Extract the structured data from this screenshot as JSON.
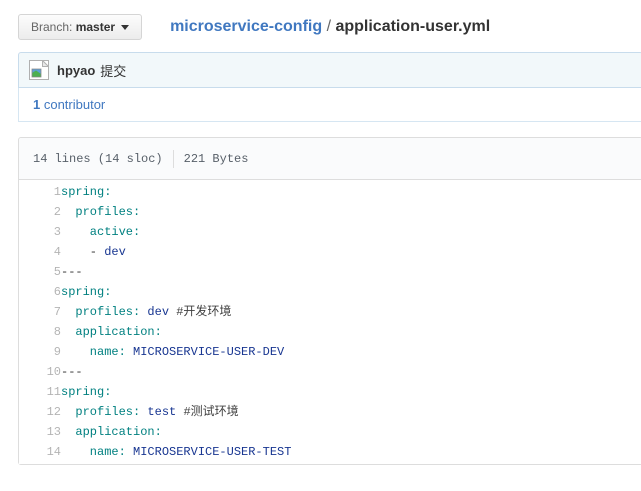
{
  "branch_selector": {
    "label": "Branch: ",
    "value": "master"
  },
  "breadcrumb": {
    "repo": "microservice-config",
    "separator": " / ",
    "filename": "application-user.yml"
  },
  "commit": {
    "author": "hpyao",
    "message": "提交",
    "avatar_icon": "broken-image-icon"
  },
  "contributors": {
    "count": "1 ",
    "label": "contributor"
  },
  "file_info": {
    "lines_info": "14 lines (14 sloc)",
    "size": "221 Bytes"
  },
  "colors": {
    "link_blue": "#4078c0",
    "yaml_key": "#008080",
    "yaml_value": "#183691",
    "yaml_comment": "#404040",
    "plain_code": "#333333",
    "commit_box_bg": "#f2f8fa",
    "commit_box_border": "#c8dcec",
    "file_header_bg": "#fafbfc",
    "file_box_border": "#dddddd",
    "line_number": "#b8bcc0"
  },
  "code": {
    "lines": [
      {
        "n": "1",
        "tokens": [
          {
            "c": "key",
            "t": "spring:"
          }
        ]
      },
      {
        "n": "2",
        "tokens": [
          {
            "c": "key",
            "t": "  profiles:"
          }
        ]
      },
      {
        "n": "3",
        "tokens": [
          {
            "c": "key",
            "t": "    active:"
          }
        ]
      },
      {
        "n": "4",
        "tokens": [
          {
            "c": "plain",
            "t": "    - "
          },
          {
            "c": "val",
            "t": "dev"
          }
        ]
      },
      {
        "n": "5",
        "tokens": [
          {
            "c": "plain",
            "t": "---"
          }
        ]
      },
      {
        "n": "6",
        "tokens": [
          {
            "c": "key",
            "t": "spring:"
          }
        ]
      },
      {
        "n": "7",
        "tokens": [
          {
            "c": "key",
            "t": "  profiles:"
          },
          {
            "c": "plain",
            "t": " "
          },
          {
            "c": "val",
            "t": "dev"
          },
          {
            "c": "plain",
            "t": " "
          },
          {
            "c": "comment",
            "t": "#开发环境"
          }
        ]
      },
      {
        "n": "8",
        "tokens": [
          {
            "c": "key",
            "t": "  application:"
          }
        ]
      },
      {
        "n": "9",
        "tokens": [
          {
            "c": "key",
            "t": "    name:"
          },
          {
            "c": "plain",
            "t": " "
          },
          {
            "c": "val",
            "t": "MICROSERVICE-USER-DEV"
          }
        ]
      },
      {
        "n": "10",
        "tokens": [
          {
            "c": "plain",
            "t": "---"
          }
        ]
      },
      {
        "n": "11",
        "tokens": [
          {
            "c": "key",
            "t": "spring:"
          }
        ]
      },
      {
        "n": "12",
        "tokens": [
          {
            "c": "key",
            "t": "  profiles:"
          },
          {
            "c": "plain",
            "t": " "
          },
          {
            "c": "val",
            "t": "test"
          },
          {
            "c": "plain",
            "t": " "
          },
          {
            "c": "comment",
            "t": "#测试环境"
          }
        ]
      },
      {
        "n": "13",
        "tokens": [
          {
            "c": "key",
            "t": "  application:"
          }
        ]
      },
      {
        "n": "14",
        "tokens": [
          {
            "c": "key",
            "t": "    name:"
          },
          {
            "c": "plain",
            "t": " "
          },
          {
            "c": "val",
            "t": "MICROSERVICE-USER-TEST"
          }
        ]
      }
    ]
  }
}
